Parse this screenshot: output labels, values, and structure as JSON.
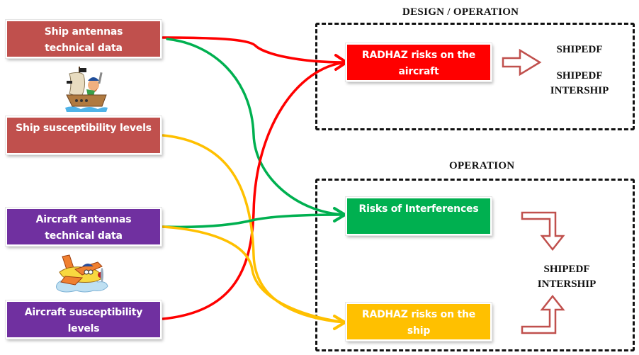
{
  "inputs": {
    "ship_antennas": "Ship antennas technical data",
    "ship_susceptibility": "Ship susceptibility levels",
    "aircraft_antennas": "Aircraft antennas technical data",
    "aircraft_susceptibility": "Aircraft susceptibility levels"
  },
  "sections": {
    "design_operation": {
      "title": "DESIGN / OPERATION",
      "risk": "RADHAZ risks on the aircraft",
      "tools": [
        "SHIPEDF",
        "SHIPEDF",
        "INTERSHIP"
      ]
    },
    "operation": {
      "title": "OPERATION",
      "risk_interference": "Risks of Interferences",
      "risk_ship": "RADHAZ risks on the ship",
      "tools": [
        "SHIPEDF",
        "INTERSHIP"
      ]
    }
  },
  "icons": {
    "ship": "pirate-ship-icon",
    "aircraft": "cartoon-plane-icon"
  },
  "colors": {
    "ship": "#c0504d",
    "aircraft": "#7030a0",
    "radhaz_aircraft": "#ff0000",
    "interference": "#00b050",
    "radhaz_ship": "#ffc000",
    "arrow_outline": "#c0504d"
  },
  "connections": [
    {
      "from": "ship_antennas",
      "to": "radhaz_aircraft",
      "color": "red"
    },
    {
      "from": "ship_antennas",
      "to": "interference",
      "color": "green"
    },
    {
      "from": "ship_susceptibility",
      "to": "radhaz_ship",
      "color": "yellow"
    },
    {
      "from": "aircraft_antennas",
      "to": "interference",
      "color": "green"
    },
    {
      "from": "aircraft_antennas",
      "to": "radhaz_ship",
      "color": "yellow"
    },
    {
      "from": "aircraft_susceptibility",
      "to": "radhaz_aircraft",
      "color": "red"
    }
  ]
}
